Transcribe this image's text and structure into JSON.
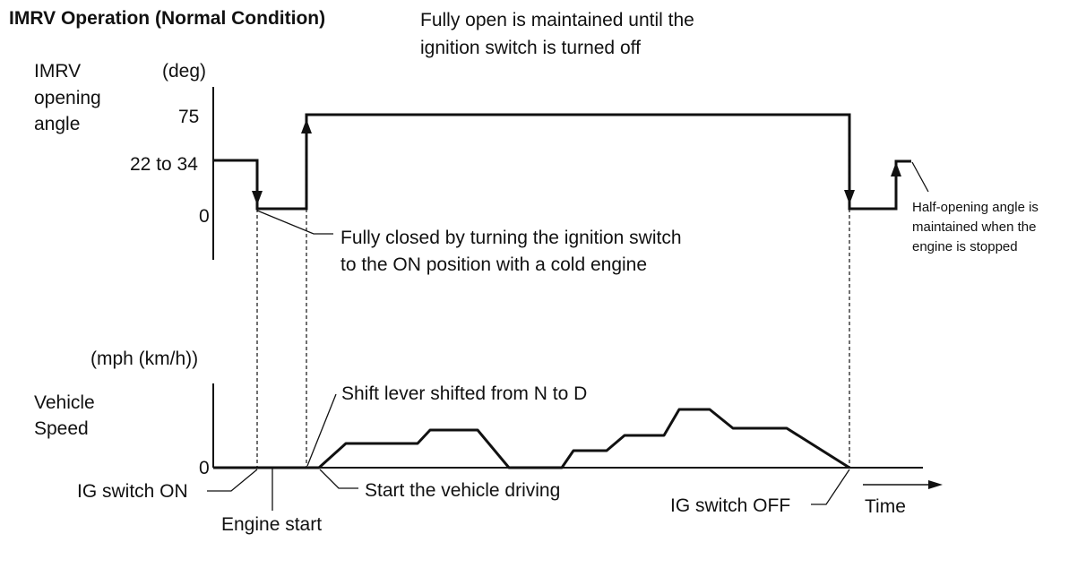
{
  "title": "IMRV Operation (Normal Condition)",
  "top_note": {
    "line1": "Fully open is maintained until the",
    "line2": "ignition switch is turned off"
  },
  "upper_axis": {
    "label_lines": [
      "IMRV",
      "opening",
      "angle"
    ],
    "unit": "(deg)",
    "ticks": [
      "75",
      "22 to 34",
      "0"
    ]
  },
  "lower_axis": {
    "unit": "(mph (km/h))",
    "label_lines": [
      "Vehicle",
      "Speed"
    ],
    "zero_tick": "0"
  },
  "annotations": {
    "fully_closed": {
      "line1": "Fully closed by turning the ignition switch",
      "line2": "to the ON position with a cold engine"
    },
    "half_open": {
      "line1": "Half-opening angle is",
      "line2": "maintained when the",
      "line3": "engine is stopped"
    },
    "shift_lever": "Shift lever shifted from N to D",
    "ig_on": "IG switch ON",
    "engine_start": "Engine start",
    "start_driving": "Start the vehicle driving",
    "ig_off": "IG switch OFF",
    "time": "Time"
  }
}
